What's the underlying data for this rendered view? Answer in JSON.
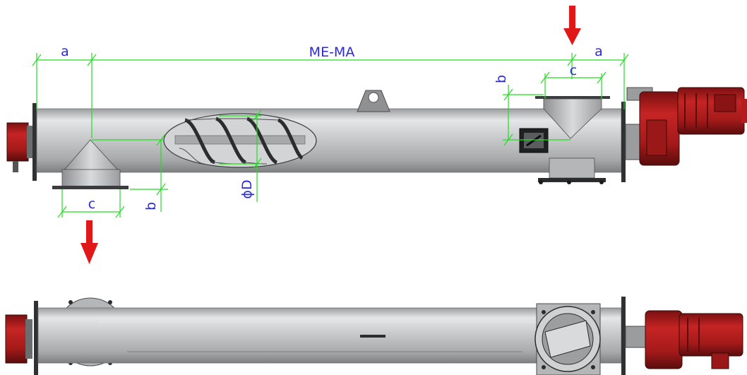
{
  "labels": {
    "overall_length": "ME-MA",
    "inlet_offset_left": "a",
    "inlet_offset_right": "a",
    "outlet_width": "c",
    "inlet_width": "c",
    "outlet_height": "b",
    "inlet_height": "b",
    "diameter": "ϕD"
  },
  "colors": {
    "dimension_line": "#22dd22",
    "dimension_text": "#2a2ad8",
    "flow_arrow": "#e01818",
    "motor": "#b31d1d",
    "steel": "#c4c6c8",
    "steel_dark": "#8e9092",
    "background": "#ffffff"
  },
  "views": [
    "side-elevation",
    "top-plan"
  ],
  "flow_arrows": [
    "inlet-down",
    "outlet-down"
  ]
}
